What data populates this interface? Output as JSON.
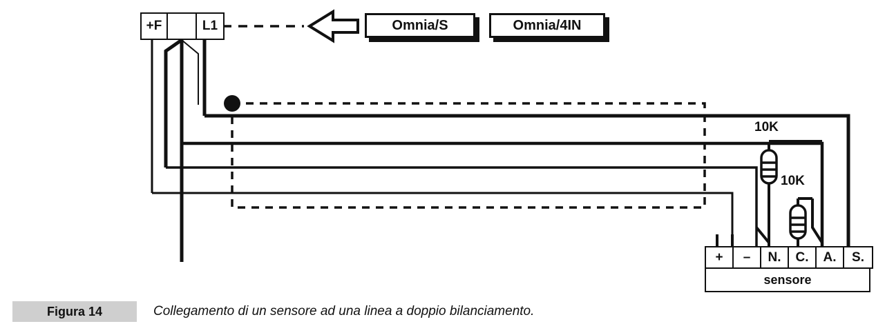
{
  "figure": {
    "tag": "Figura 14",
    "caption": "Collegamento di un sensore ad una linea a doppio bilanciamento."
  },
  "supply_terminal": {
    "name": "control-panel-terminal-block",
    "cells": [
      {
        "label": "+F",
        "name": "terminal-plus-f"
      },
      {
        "label": "",
        "name": "terminal-ground",
        "icon": "earth-ground-icon"
      },
      {
        "label": "L1",
        "name": "terminal-l1"
      }
    ]
  },
  "modules": [
    {
      "label": "Omnia/S",
      "name": "omnia-s-module"
    },
    {
      "label": "Omnia/4IN",
      "name": "omnia-4in-module"
    }
  ],
  "pointer": {
    "name": "dashed-arrow-pointer",
    "icon": "left-arrow-icon",
    "style": "dashed"
  },
  "resistors": [
    {
      "label": "10K",
      "name": "resistor-10k-upper",
      "between": "N.-C."
    },
    {
      "label": "10K",
      "name": "resistor-10k-lower",
      "between": "C.-A."
    }
  ],
  "sensor_terminal": {
    "name": "sensor-terminal-block",
    "title": "sensore",
    "cells": [
      {
        "label": "+",
        "name": "sensor-terminal-plus"
      },
      {
        "label": "–",
        "name": "sensor-terminal-minus"
      },
      {
        "label": "N.",
        "name": "sensor-terminal-n"
      },
      {
        "label": "C.",
        "name": "sensor-terminal-c"
      },
      {
        "label": "A.",
        "name": "sensor-terminal-a"
      },
      {
        "label": "S.",
        "name": "sensor-terminal-s"
      }
    ]
  },
  "junction": {
    "name": "wire-junction-dot"
  },
  "colors": {
    "wire": "#111111",
    "background": "#ffffff",
    "caption_tag_bg": "#cfcfcf",
    "text": "#111111"
  }
}
